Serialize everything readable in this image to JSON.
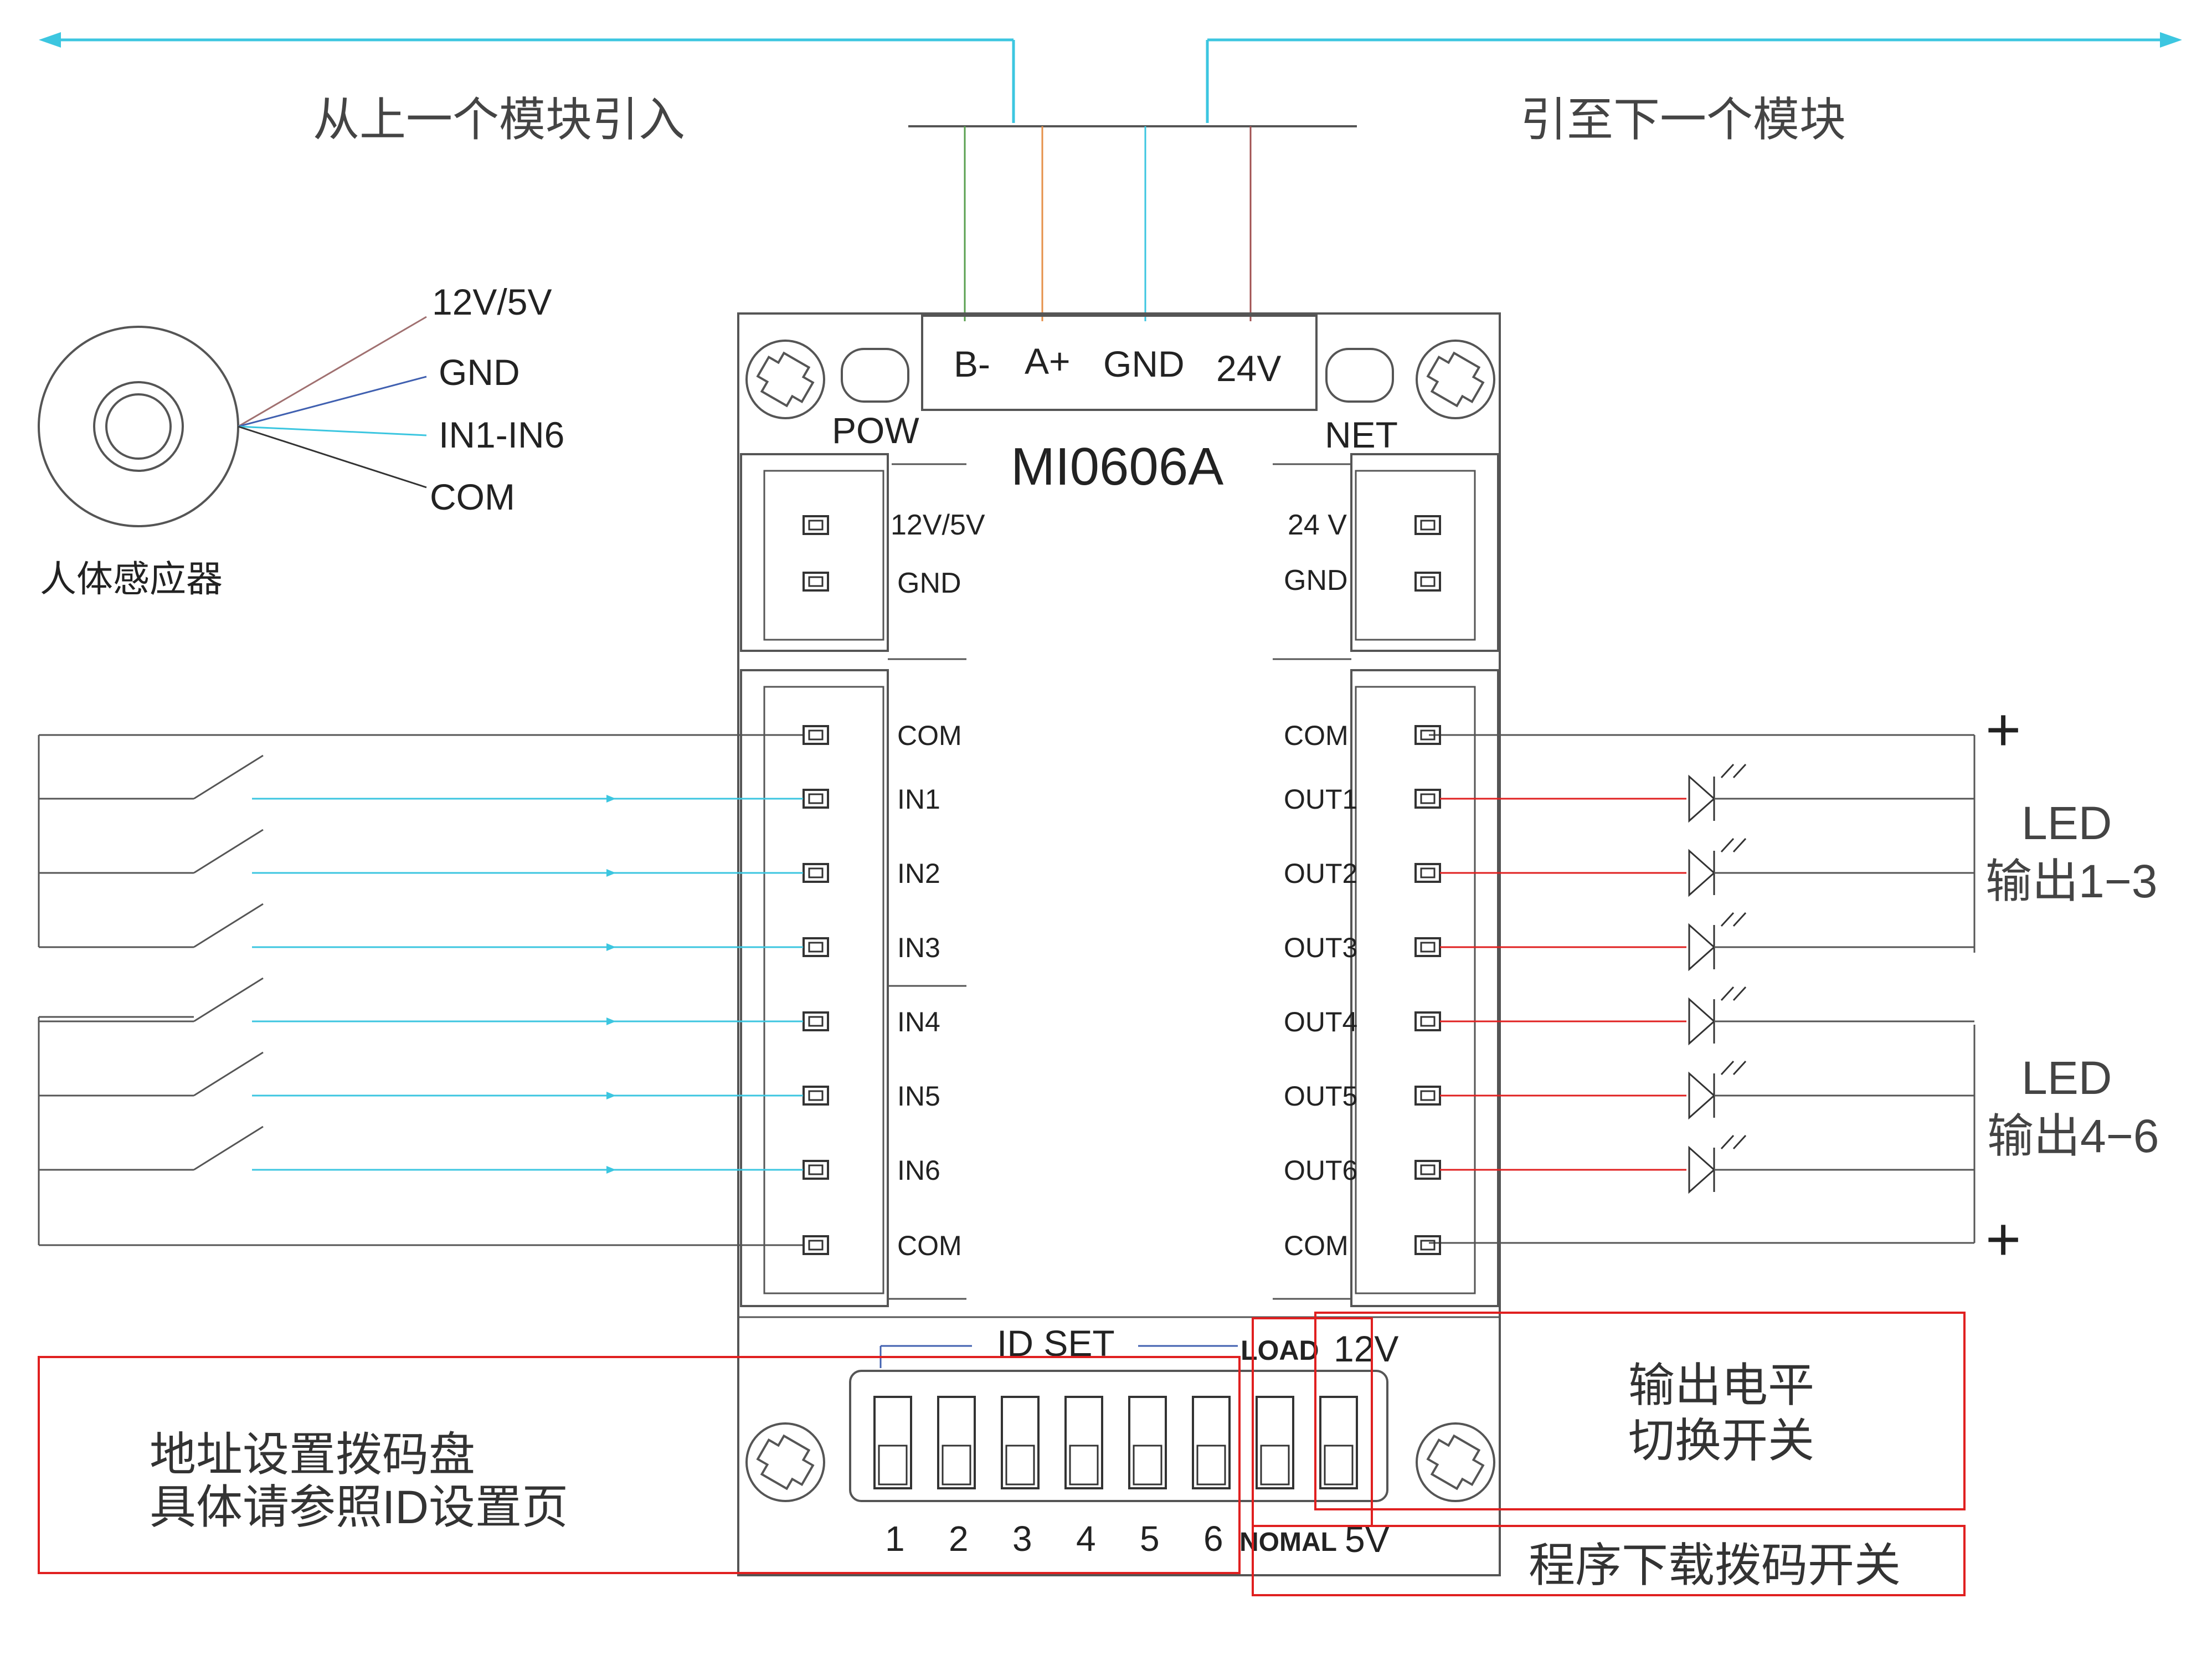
{
  "top": {
    "from_prev": "从上一个模块引入",
    "to_next": "引至下一个模块",
    "bus_pins": [
      "B-",
      "A+",
      "GND",
      "24V"
    ]
  },
  "sensor": {
    "caption": "人体感应器",
    "wires": [
      "12V/5V",
      "GND",
      "IN1-IN6",
      "COM"
    ]
  },
  "module": {
    "model": "MI0606A",
    "pow_label": "POW",
    "net_label": "NET",
    "left_power_pins": [
      "12V/5V",
      "GND"
    ],
    "right_power_pins": [
      "24 V",
      "GND"
    ],
    "input_pins": [
      "COM",
      "IN1",
      "IN2",
      "IN3",
      "IN4",
      "IN5",
      "IN6",
      "COM"
    ],
    "output_pins": [
      "COM",
      "OUT1",
      "OUT2",
      "OUT3",
      "OUT4",
      "OUT5",
      "OUT6",
      "COM"
    ],
    "id_set": "ID SET",
    "dip_numbers": [
      "1",
      "2",
      "3",
      "4",
      "5",
      "6"
    ],
    "load": "LOAD",
    "nomal": "NOMAL",
    "v12": "12V",
    "v5": "5V"
  },
  "leds": {
    "group1_line1": "LED",
    "group1_line2": "输出1−3",
    "group2_line1": "LED",
    "group2_line2": "输出4−6",
    "plus": "+"
  },
  "annotations": {
    "addr_line1": "地址设置拨码盘",
    "addr_line2": "具体请参照ID设置页",
    "level_line1": "输出电平",
    "level_line2": "切换开关",
    "program": "程序下载拨码开关"
  },
  "colors": {
    "cyan": "#3cc6e0",
    "red": "#e02020",
    "frame": "#555555",
    "box_red": "#e02020"
  }
}
